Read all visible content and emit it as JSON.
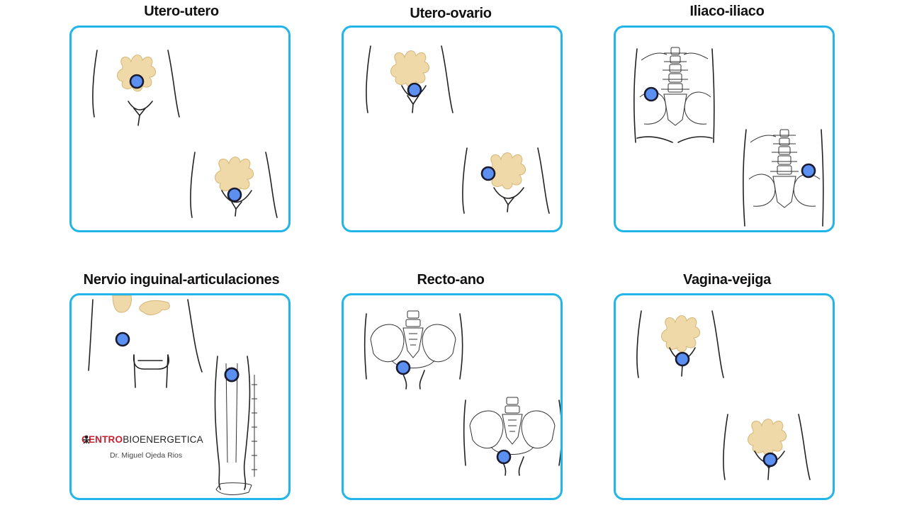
{
  "colors": {
    "panel_border": "#21b5ea",
    "marker": "#5b8ff0",
    "intestine": "#f0d9a8",
    "logo_accent": "#c8202f"
  },
  "panels": [
    {
      "title": "Utero-utero",
      "illustrations": [
        "pelvis-front",
        "pelvis-front"
      ]
    },
    {
      "title": "Utero-ovario",
      "illustrations": [
        "pelvis-front",
        "pelvis-front"
      ]
    },
    {
      "title": "Iliaco-iliaco",
      "illustrations": [
        "spine-back",
        "spine-back"
      ]
    },
    {
      "title": "Nervio inguinal-articulaciones",
      "illustrations": [
        "groin-front",
        "leg-skeleton"
      ]
    },
    {
      "title": "Recto-ano",
      "illustrations": [
        "pelvis-bone",
        "pelvis-bone"
      ]
    },
    {
      "title": "Vagina-vejiga",
      "illustrations": [
        "pelvis-front",
        "pelvis-front"
      ]
    }
  ],
  "logo": {
    "icon": "bioenergy-symbol-icon",
    "brand_red": "CENTRO",
    "brand_dark": "BIOENERGETICA",
    "doctor": "Dr. Miguel Ojeda Rios"
  }
}
